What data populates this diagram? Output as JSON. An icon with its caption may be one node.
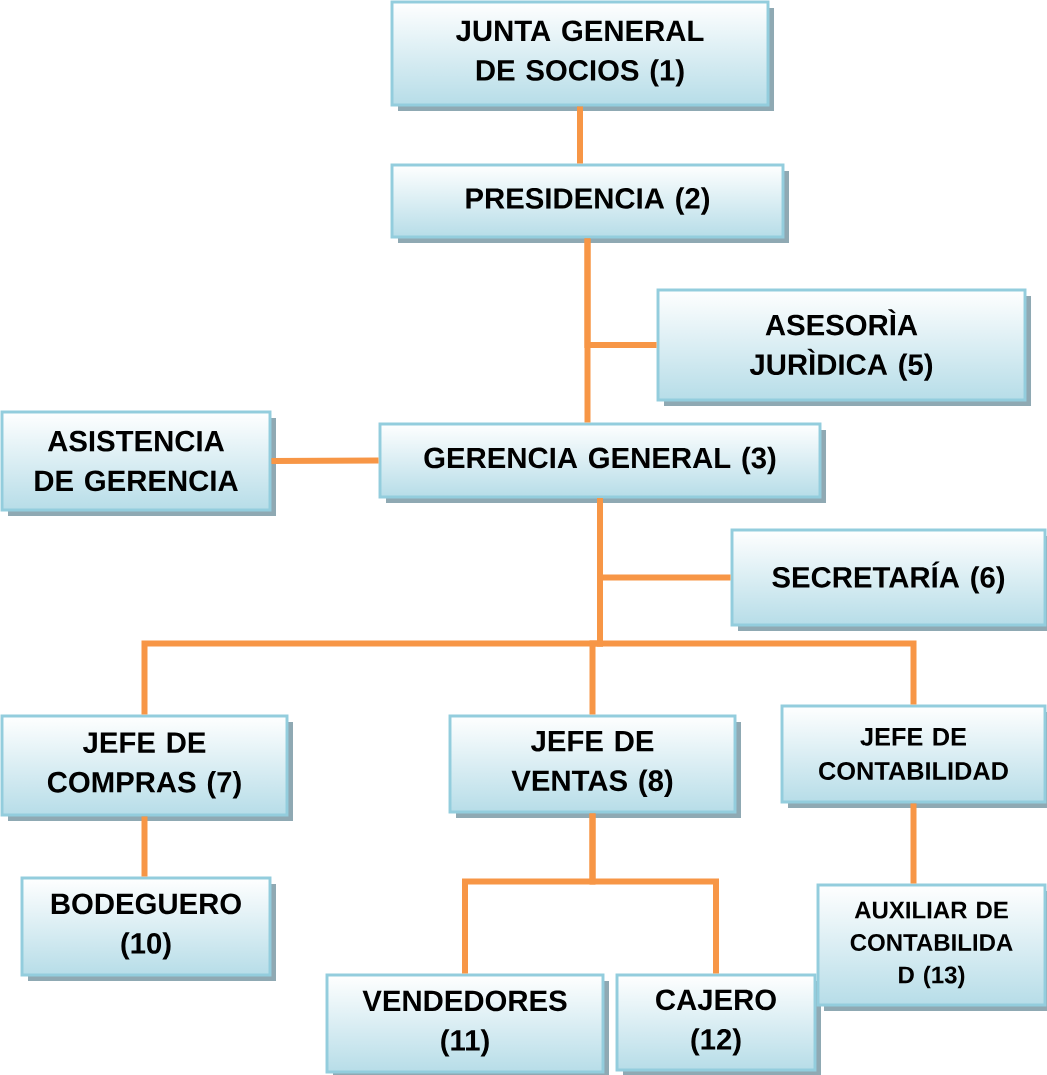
{
  "diagram": {
    "nodes": [
      {
        "text": [
          "JUNTA GENERAL DE SOCIOS (1)"
        ]
      },
      {
        "text": [
          "PRESIDENCIA (2)"
        ]
      },
      {
        "text": [
          "ASESORÌA JURÌDICA (5)"
        ]
      },
      {
        "text": [
          "ASISTENCIA DE GERENCIA"
        ]
      },
      {
        "text": [
          "GERENCIA GENERAL (3)"
        ]
      },
      {
        "text": [
          "SECRETARÍA (6)"
        ]
      },
      {
        "text": [
          "JEFE DE COMPRAS (7)"
        ]
      },
      {
        "text": [
          "JEFE DE VENTAS (8)"
        ]
      },
      {
        "text": [
          "JEFE DE CONTABILIDAD"
        ]
      },
      {
        "text": [
          "BODEGUERO (10)"
        ]
      },
      {
        "text": [
          "VENDEDORES (11)"
        ]
      },
      {
        "text": [
          "CAJERO (12)"
        ]
      },
      {
        "text": [
          "AUXILIAR DE CONTABILIDA D (13)"
        ]
      }
    ],
    "edges": [
      {
        "from": 0,
        "to": 1,
        "arrow": "none"
      },
      {
        "from": 1,
        "to": 4,
        "arrow": "none"
      },
      {
        "from": 1,
        "to": 2,
        "arrow": "none"
      },
      {
        "from": 3,
        "to": 4,
        "arrow": "none"
      },
      {
        "from": 4,
        "to": 5,
        "arrow": "none"
      },
      {
        "from": 4,
        "to": 6,
        "arrow": "none"
      },
      {
        "from": 4,
        "to": 7,
        "arrow": "none"
      },
      {
        "from": 4,
        "to": 8,
        "arrow": "none"
      },
      {
        "from": 6,
        "to": 9,
        "arrow": "none"
      },
      {
        "from": 7,
        "to": 10,
        "arrow": "none"
      },
      {
        "from": 7,
        "to": 11,
        "arrow": "none"
      },
      {
        "from": 8,
        "to": 12,
        "arrow": "none"
      }
    ]
  }
}
